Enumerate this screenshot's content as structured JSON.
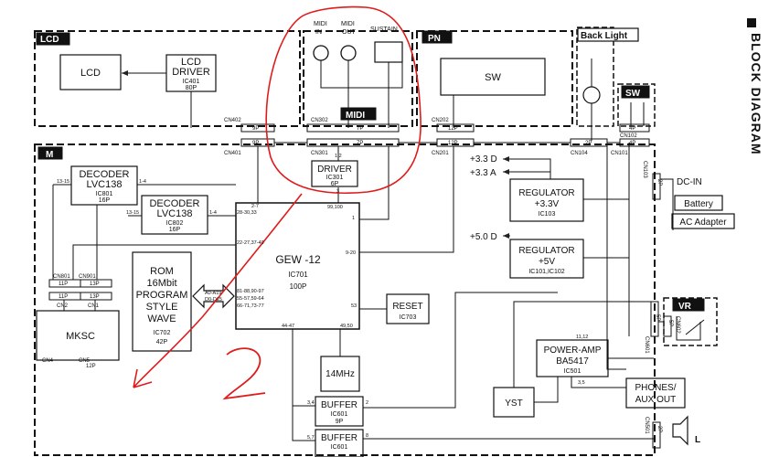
{
  "title": "BLOCK DIAGRAM",
  "sections": {
    "lcd": "LCD",
    "pn": "PN",
    "backlight": "Back Light",
    "sw": "SW",
    "midi": "MIDI",
    "m": "M",
    "vr": "VR"
  },
  "blocks": {
    "lcd": "LCD",
    "lcd_driver": [
      "LCD",
      "DRIVER",
      "IC401",
      "80P"
    ],
    "midi_in": [
      "MIDI",
      "IN"
    ],
    "midi_out": [
      "MIDI",
      "OUT"
    ],
    "sustain": "SUSTAIN",
    "sw": "SW",
    "driver": [
      "DRIVER",
      "IC301",
      "6P"
    ],
    "decoder1": [
      "DECODER",
      "LVC138",
      "IC801",
      "16P"
    ],
    "decoder2": [
      "DECODER",
      "LVC138",
      "IC802",
      "16P"
    ],
    "gew": [
      "GEW -12",
      "IC701",
      "100P"
    ],
    "rom": [
      "ROM",
      "16Mbit",
      "PROGRAM",
      "STYLE",
      "WAVE",
      "IC702",
      "42P"
    ],
    "reset": [
      "RESET",
      "IC703"
    ],
    "osc": "14MHz",
    "buffer1": [
      "BUFFER",
      "IC601",
      "9P"
    ],
    "buffer2": [
      "BUFFER",
      "IC601"
    ],
    "mksc": "MKSC",
    "reg33": [
      "REGULATOR",
      "+3.3V",
      "IC103"
    ],
    "reg5": [
      "REGULATOR",
      "+5V",
      "IC101,IC102"
    ],
    "poweramp": [
      "POWER-AMP",
      "BA5417",
      "IC501"
    ],
    "phones": [
      "PHONES/",
      "AUX OUT"
    ],
    "yst": "YST",
    "dcin": "DC-IN",
    "battery": "Battery",
    "acadapter": "AC Adapter"
  },
  "rails": {
    "d33": "+3.3 D",
    "a33": "+3.3 A",
    "d50": "+5.0 D"
  },
  "connectors": {
    "cn402": "CN402",
    "cn401": "CN401",
    "cn302": "CN302",
    "cn301": "CN301",
    "cn202": "CN202",
    "cn201": "CN201",
    "cn104": "CN104",
    "cn102": "CN102",
    "cn101": "CN101",
    "cn103": "CN103",
    "cn801": "CN801",
    "cn901": "CN901",
    "cn2": "CN2",
    "cn1": "CN1",
    "cn4": "CN4",
    "cn5": "CN5",
    "cn601": "CN601",
    "cn602": "CN602",
    "cn501": "CN501",
    "p9a": "9P",
    "p9b": "9P",
    "p7a": "7P",
    "p7b": "7P",
    "p12a": "12P",
    "p12b": "12P",
    "p2": "2P",
    "p4a": "4P",
    "p4b": "4P",
    "p11a": "11P",
    "p11b": "11P",
    "p13a": "13P",
    "p13b": "13P",
    "p2v": "2P",
    "p5a": "5P",
    "p5b": "5P",
    "p2c": "2P",
    "p12c": "12P"
  },
  "pins": {
    "p2_7": "2-7",
    "p28": "28-30,33",
    "p22": "22-27,37-40",
    "p99": "99,100",
    "p1": "1",
    "p9_20": "9-20",
    "p53": "53",
    "p44": "44-47",
    "p4950": "49,50",
    "p81": [
      "81-88,90-97",
      "55-57,59-64",
      "66-71,73-77"
    ],
    "a0": [
      "A0-A19",
      "D0-D15"
    ],
    "p13_15a": "13-15",
    "p1_4a": "1-4",
    "p13_15b": "13-15",
    "p1_4b": "1-4",
    "p1_2": "1,2",
    "p3": "3",
    "p2b": "2",
    "p34": "3,4",
    "p57": "5,7",
    "p8": "8",
    "p1112": "11,12",
    "p35": "3,5"
  },
  "speaker_label": "L",
  "annotations": {
    "handwritten": "2"
  }
}
